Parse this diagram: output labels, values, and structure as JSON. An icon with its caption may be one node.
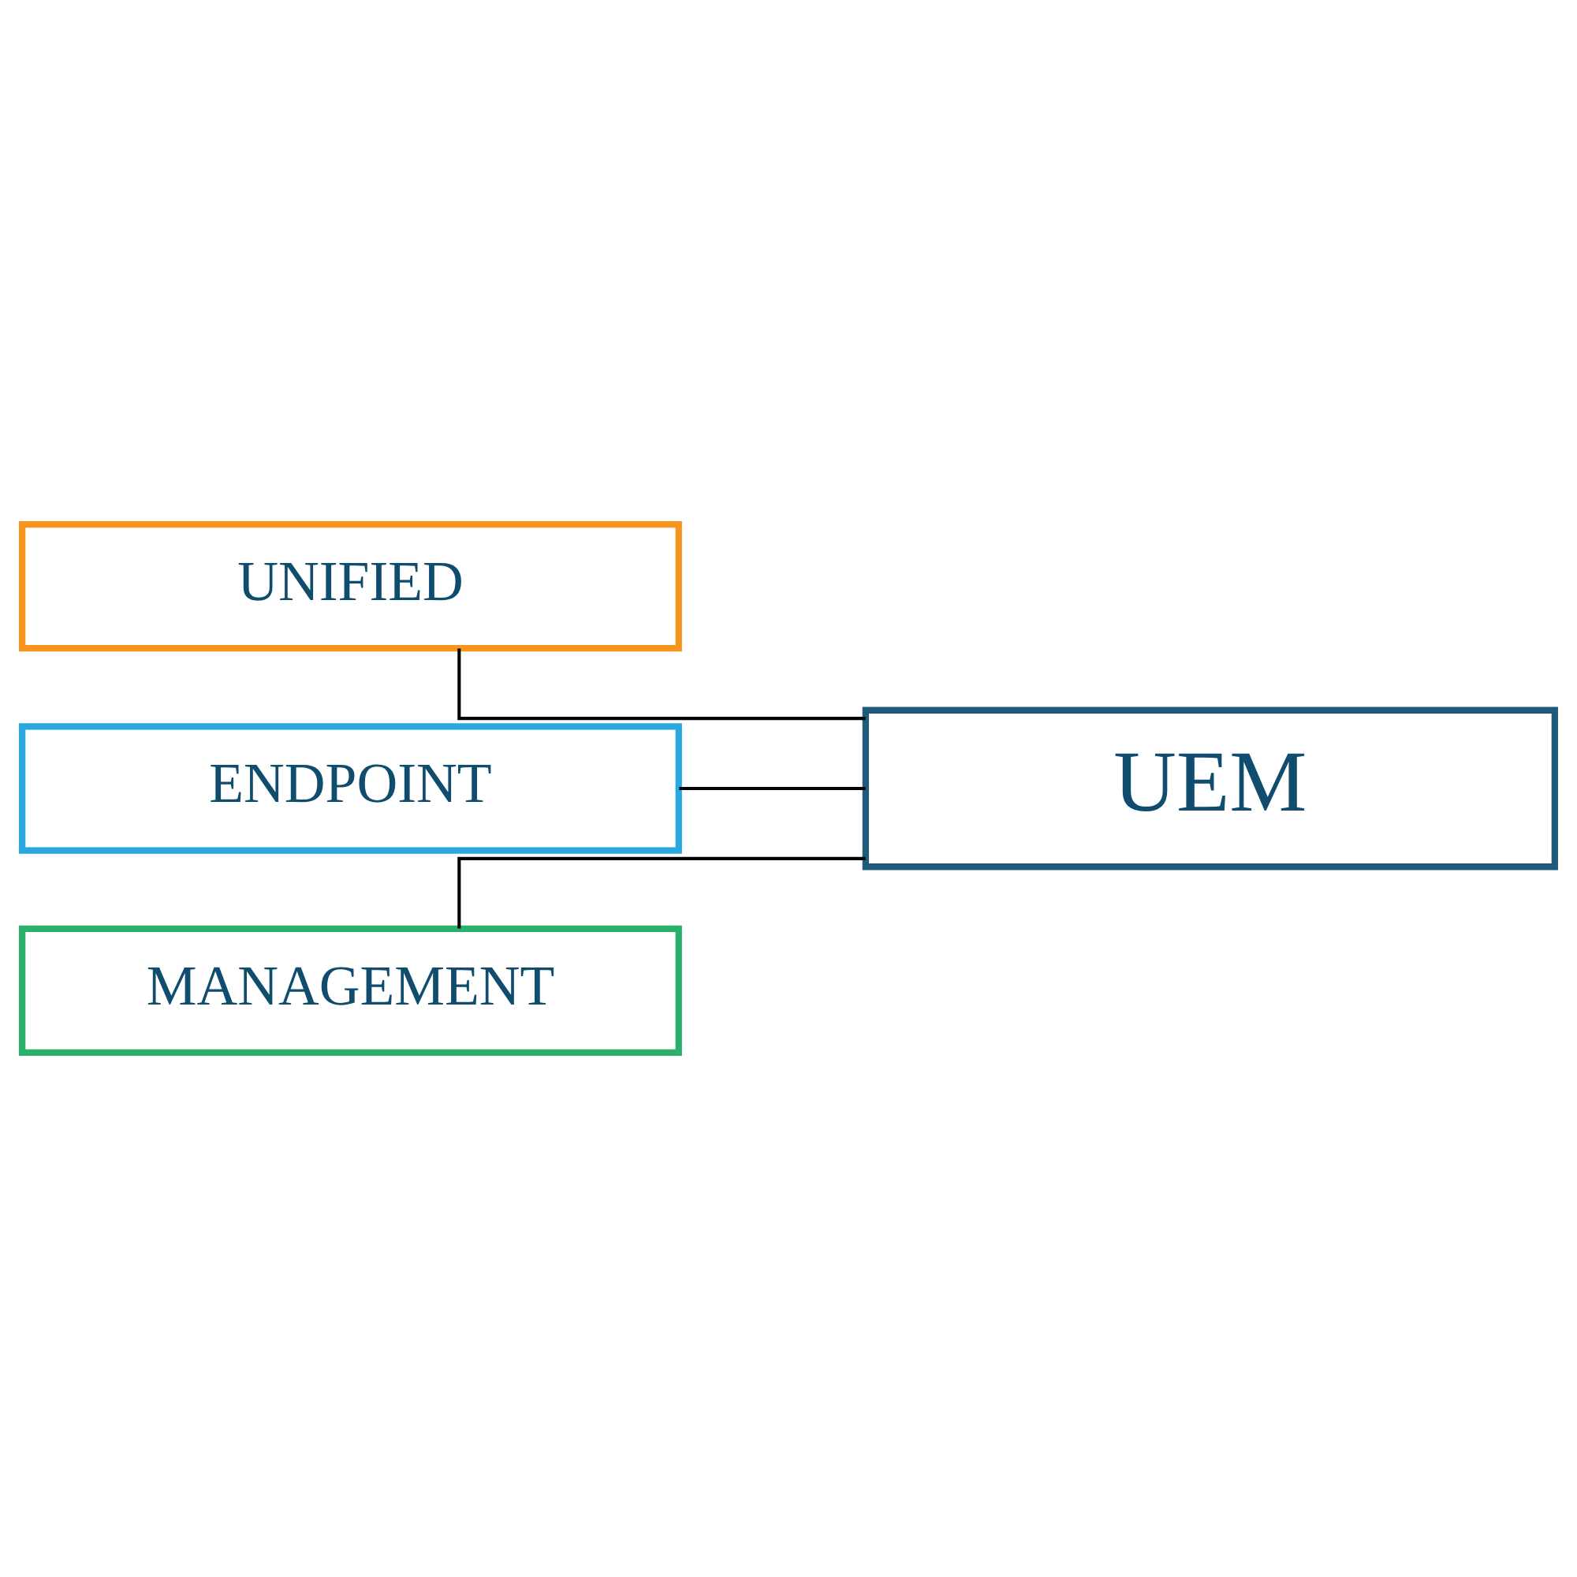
{
  "diagram": {
    "nodes": [
      {
        "text": [
          "UEM"
        ]
      },
      {
        "text": [
          "UNIFIED"
        ]
      },
      {
        "text": [
          "ENDPOINT"
        ]
      },
      {
        "text": [
          "MANAGEMENT"
        ]
      }
    ],
    "edges": [
      {
        "from": 0,
        "to": 1,
        "arrow": "none"
      },
      {
        "from": 0,
        "to": 2,
        "arrow": "none"
      },
      {
        "from": 0,
        "to": 3,
        "arrow": "none"
      }
    ]
  }
}
